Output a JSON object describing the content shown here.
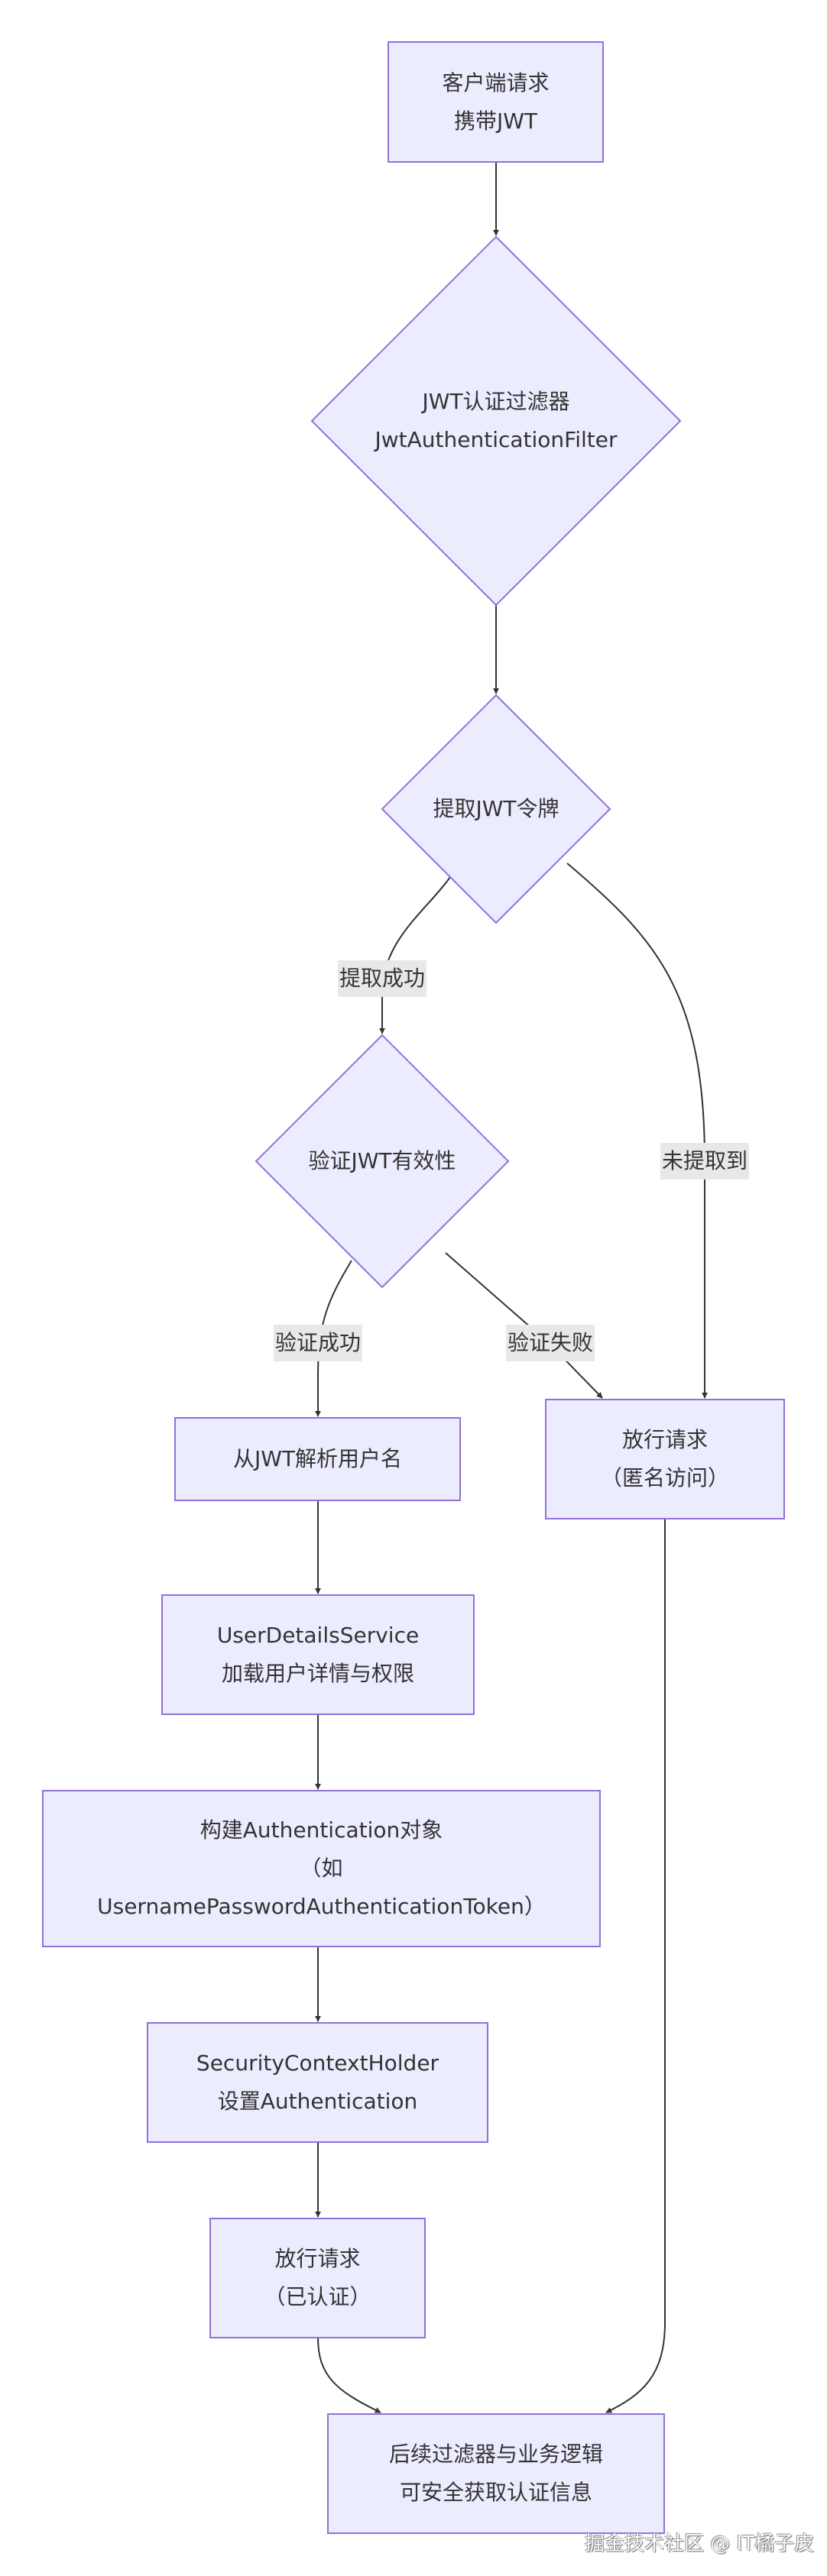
{
  "diagram": {
    "type": "flowchart",
    "style": {
      "node_fill": "#ECECFF",
      "node_stroke": "#9370DB",
      "edge_color": "#333333",
      "label_bg": "#E8E8E8",
      "text_color": "#333333"
    },
    "nodes": {
      "client_request": {
        "shape": "rect",
        "lines": [
          "客户端请求",
          "携带JWT"
        ]
      },
      "jwt_filter": {
        "shape": "diamond",
        "lines": [
          "JWT认证过滤器",
          "JwtAuthenticationFilter"
        ]
      },
      "extract_token": {
        "shape": "diamond",
        "lines": [
          "提取JWT令牌"
        ]
      },
      "validate_jwt": {
        "shape": "diamond",
        "lines": [
          "验证JWT有效性"
        ]
      },
      "parse_username": {
        "shape": "rect",
        "lines": [
          "从JWT解析用户名"
        ]
      },
      "anonymous_pass": {
        "shape": "rect",
        "lines": [
          "放行请求",
          "（匿名访问）"
        ]
      },
      "load_user": {
        "shape": "rect",
        "lines": [
          "UserDetailsService",
          "加载用户详情与权限"
        ]
      },
      "build_auth": {
        "shape": "rect",
        "lines": [
          "构建Authentication对象",
          "（如",
          "UsernamePasswordAuthenticationToken）"
        ]
      },
      "set_context": {
        "shape": "rect",
        "lines": [
          "SecurityContextHolder",
          "设置Authentication"
        ]
      },
      "authenticated_pass": {
        "shape": "rect",
        "lines": [
          "放行请求",
          "（已认证）"
        ]
      },
      "downstream": {
        "shape": "rect",
        "lines": [
          "后续过滤器与业务逻辑",
          "可安全获取认证信息"
        ]
      }
    },
    "edges": [
      {
        "from": "client_request",
        "to": "jwt_filter",
        "label": ""
      },
      {
        "from": "jwt_filter",
        "to": "extract_token",
        "label": ""
      },
      {
        "from": "extract_token",
        "to": "validate_jwt",
        "label": "提取成功"
      },
      {
        "from": "extract_token",
        "to": "anonymous_pass",
        "label": "未提取到"
      },
      {
        "from": "validate_jwt",
        "to": "parse_username",
        "label": "验证成功"
      },
      {
        "from": "validate_jwt",
        "to": "anonymous_pass",
        "label": "验证失败"
      },
      {
        "from": "parse_username",
        "to": "load_user",
        "label": ""
      },
      {
        "from": "load_user",
        "to": "build_auth",
        "label": ""
      },
      {
        "from": "build_auth",
        "to": "set_context",
        "label": ""
      },
      {
        "from": "set_context",
        "to": "authenticated_pass",
        "label": ""
      },
      {
        "from": "authenticated_pass",
        "to": "downstream",
        "label": ""
      },
      {
        "from": "anonymous_pass",
        "to": "downstream",
        "label": ""
      }
    ]
  },
  "watermark": "掘金技术社区 @ IT橘子皮"
}
